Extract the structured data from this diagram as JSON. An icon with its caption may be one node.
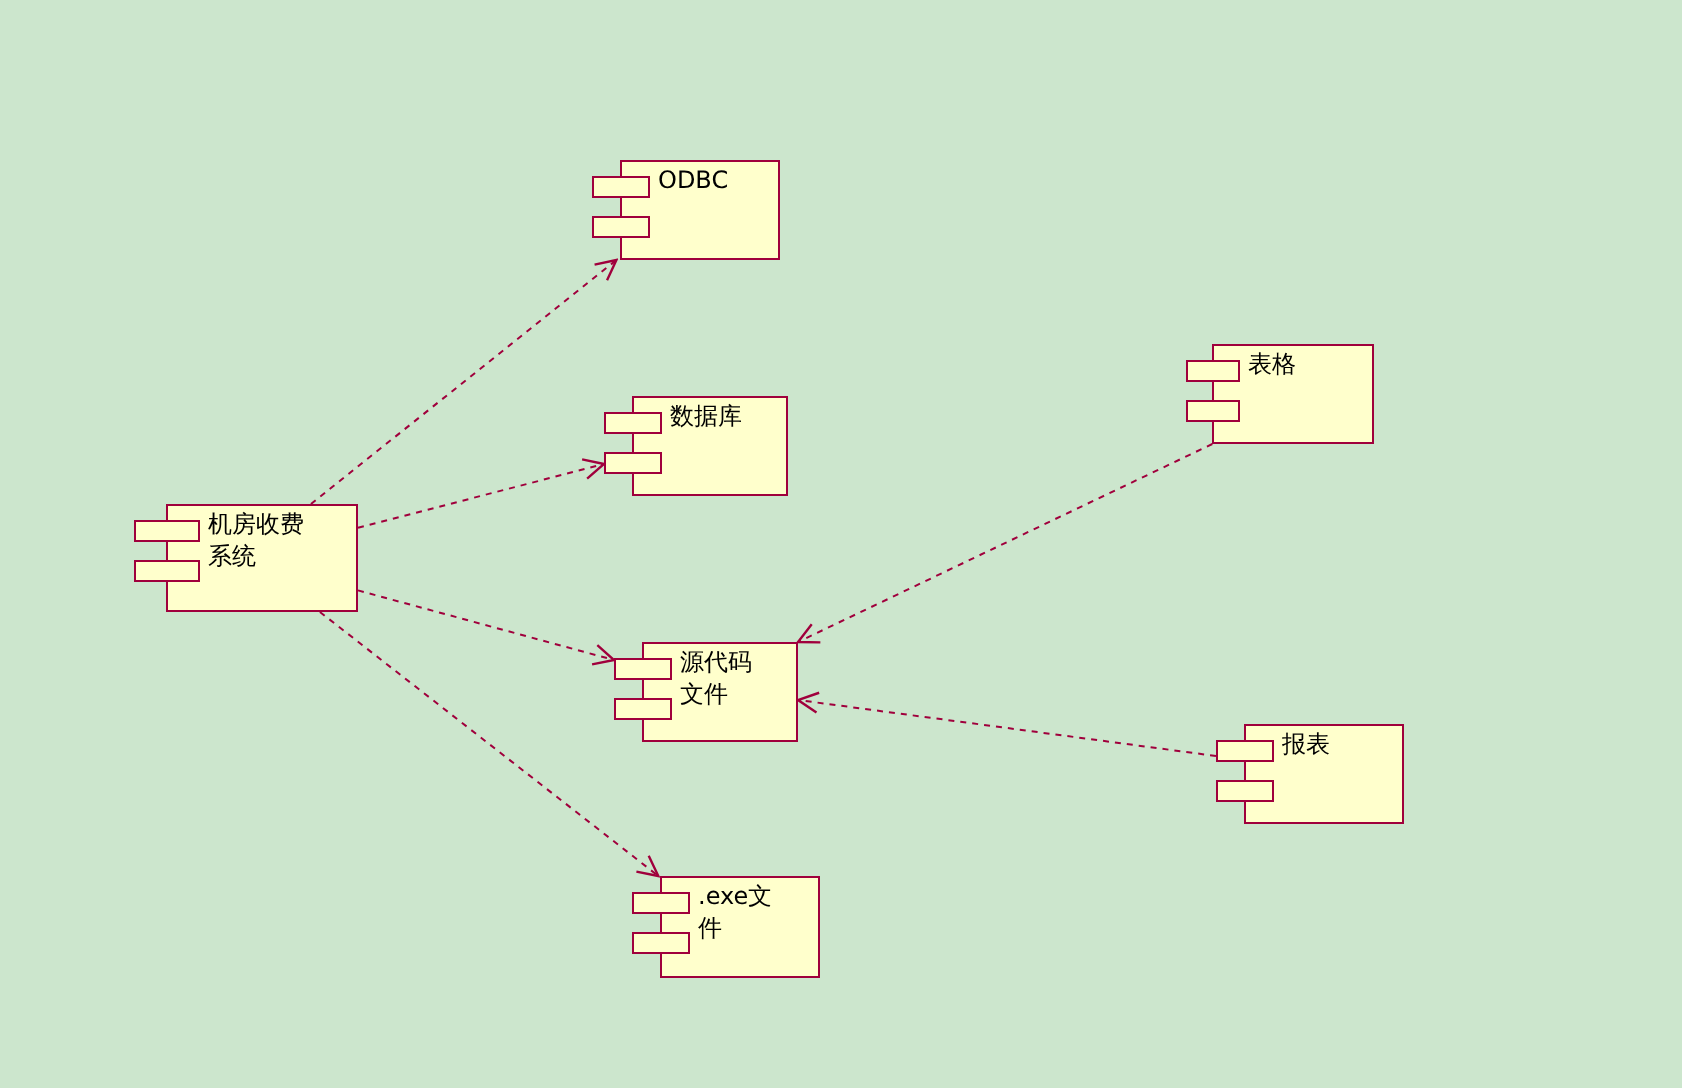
{
  "diagram": {
    "nodes": [
      {
        "text": [
          "ODBC"
        ]
      },
      {
        "text": [
          "表格"
        ]
      },
      {
        "text": [
          "数据库"
        ]
      },
      {
        "text": [
          "机房收费系统"
        ]
      },
      {
        "text": [
          "源代码文件"
        ]
      },
      {
        "text": [
          "报表"
        ]
      },
      {
        "text": [
          ".exe文件"
        ]
      }
    ],
    "edges": [
      {
        "from": 3,
        "to": 0,
        "arrow": "to",
        "style": "dashed"
      },
      {
        "from": 3,
        "to": 2,
        "arrow": "to",
        "style": "dashed"
      },
      {
        "from": 3,
        "to": 4,
        "arrow": "to",
        "style": "dashed"
      },
      {
        "from": 3,
        "to": 6,
        "arrow": "to",
        "style": "dashed"
      },
      {
        "from": 1,
        "to": 4,
        "arrow": "to",
        "style": "dashed"
      },
      {
        "from": 5,
        "to": 4,
        "arrow": "to",
        "style": "dashed"
      }
    ]
  }
}
